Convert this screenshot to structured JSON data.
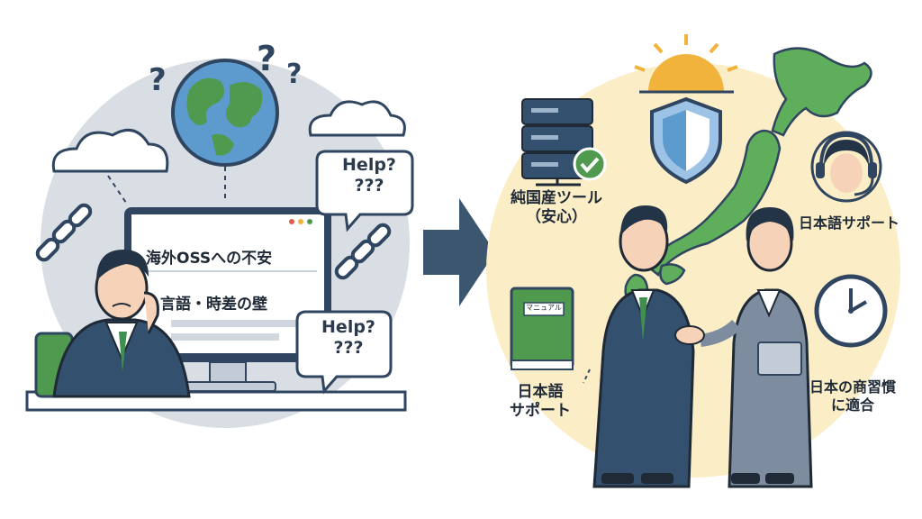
{
  "left_panel": {
    "monitor_line1": "海外OSSへの不安",
    "monitor_line2": "言語・時差の壁",
    "bubble_top": {
      "line1": "Help?",
      "line2": "???"
    },
    "bubble_bottom": {
      "line1": "Help?",
      "line2": "???"
    },
    "question_marks": [
      "?",
      "?",
      "?"
    ]
  },
  "right_panel": {
    "server_label": {
      "line1": "純国産ツール",
      "line2": "（安心）"
    },
    "manual_tag": "マニュアル",
    "manual_label": {
      "line1": "日本語",
      "line2": "サポート"
    },
    "support_label": "日本語サポート",
    "clock_label": {
      "line1": "日本の商習慣",
      "line2": "に適合"
    }
  },
  "colors": {
    "navy": "#2f4560",
    "green": "#3f8f4e",
    "warm_bg": "#fbeec6",
    "cool_bg": "#d7dde3",
    "arrow": "#3c5670",
    "sun": "#f2b33c"
  },
  "icons": [
    "question-icon",
    "globe-icon",
    "cloud-icon",
    "chain-icon",
    "monitor-icon",
    "server-icon",
    "check-icon",
    "shield-icon",
    "sun-icon",
    "japan-map-icon",
    "headset-icon",
    "manual-icon",
    "clock-icon",
    "handshake-icon"
  ]
}
